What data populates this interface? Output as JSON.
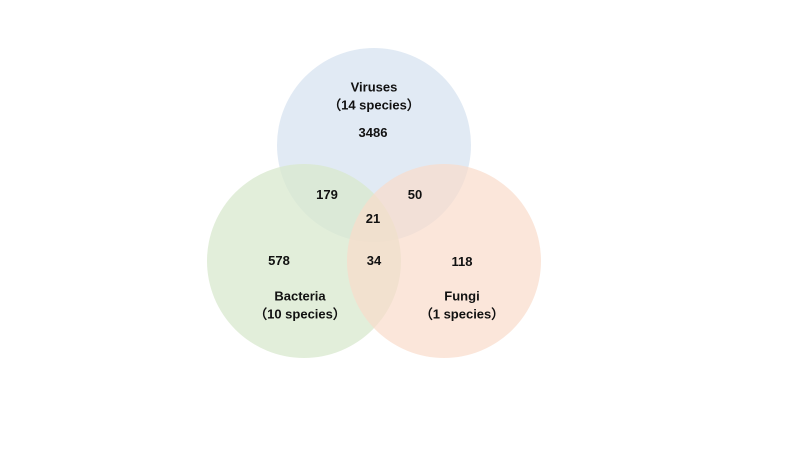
{
  "sets": [
    {
      "key": "viruses",
      "name": "Viruses",
      "subtitle": "（14 species）",
      "color": "#DCE6F2"
    },
    {
      "key": "bacteria",
      "name": "Bacteria",
      "subtitle": "（10 species）",
      "color": "#D8E8CE"
    },
    {
      "key": "fungi",
      "name": "Fungi",
      "subtitle": "（1 species）",
      "color": "#FADCCB"
    }
  ],
  "regions": {
    "viruses_only": "3486",
    "bacteria_only": "578",
    "fungi_only": "118",
    "viruses_bacteria": "179",
    "viruses_fungi": "50",
    "bacteria_fungi": "34",
    "all_three": "21"
  }
}
